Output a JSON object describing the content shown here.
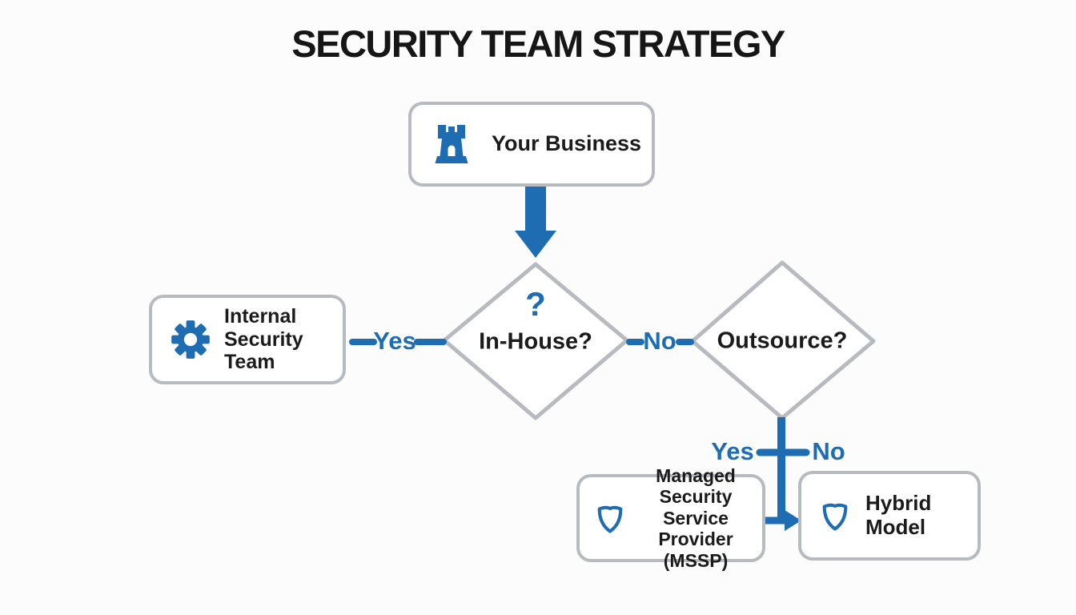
{
  "title": "SECURITY TEAM STRATEGY",
  "nodes": {
    "your_business": {
      "label": "Your Business",
      "icon": "castle-icon"
    },
    "in_house": {
      "question_mark": "?",
      "label": "In-House?"
    },
    "outsource": {
      "label": "Outsource?"
    },
    "internal_team": {
      "line1": "Internal",
      "line2": "Security Team",
      "icon": "gear-icon"
    },
    "mssp": {
      "line1": "Managed Security",
      "line2": "Service",
      "line3": "Provider (MSSP)",
      "icon": "shield-icon"
    },
    "hybrid": {
      "label": "Hybrid Model",
      "icon": "shield-icon"
    }
  },
  "connectors": {
    "in_house_yes": {
      "label": "Yes"
    },
    "in_house_no": {
      "label": "No"
    },
    "outsource_yes": {
      "label": "Yes"
    },
    "outsource_no": {
      "label": "No"
    }
  },
  "colors": {
    "accent_blue": "#1e6db3",
    "border_gray": "#b7bbbf",
    "text_black": "#1b1b1b",
    "background": "#fcfcfd"
  }
}
